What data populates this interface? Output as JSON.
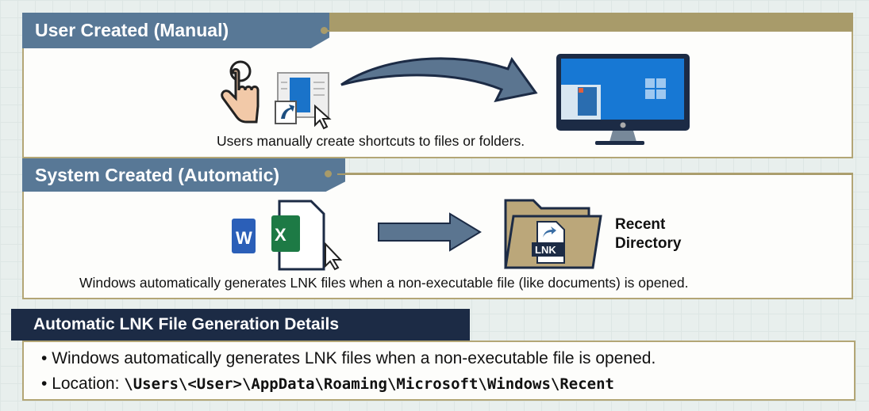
{
  "user_section": {
    "title": "User Created (Manual)",
    "caption": "Users manually create shortcuts to files or folders."
  },
  "system_section": {
    "title": "System Created (Automatic)",
    "caption": "Windows automatically generates LNK files when a non-executable file (like documents) is opened.",
    "folder_label_line1": "Recent",
    "folder_label_line2": "Directory",
    "file_badge": "LNK",
    "word_letter": "W",
    "excel_letter": "X"
  },
  "details": {
    "title": "Automatic LNK File Generation Details",
    "bullets": [
      "Windows automatically generates LNK files when a non-executable file is opened."
    ],
    "location_label": "Location:",
    "location_path": "\\Users\\<User>\\AppData\\Roaming\\Microsoft\\Windows\\Recent"
  },
  "colors": {
    "header_blue": "#587896",
    "gold": "#a89b6a",
    "dark_navy": "#1c2b45"
  }
}
